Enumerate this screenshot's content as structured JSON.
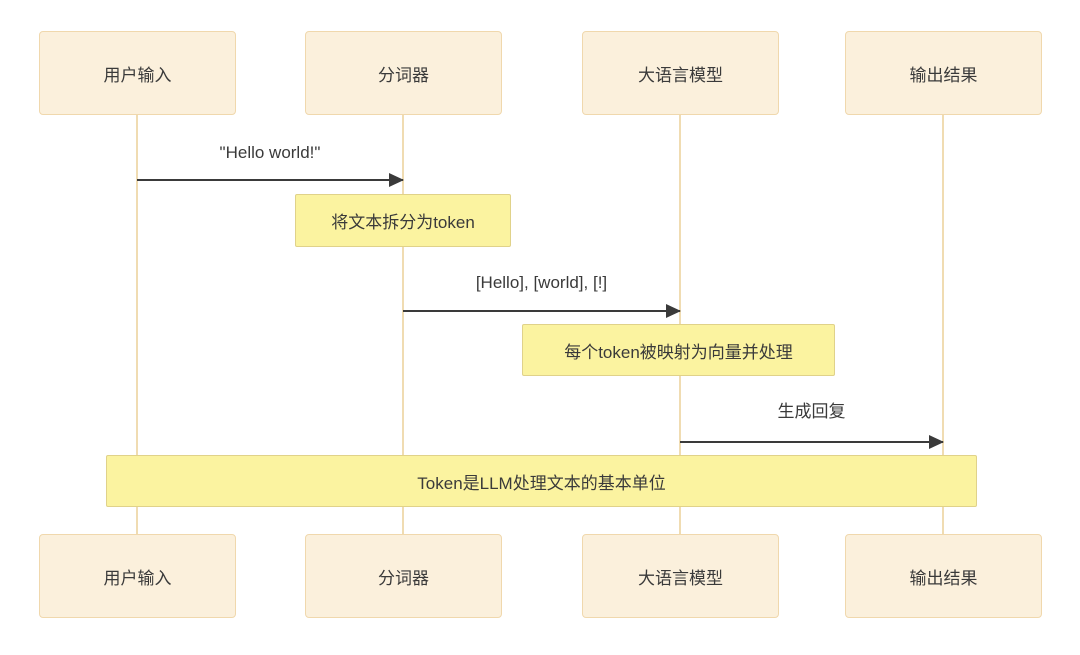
{
  "diagram": {
    "type": "sequence-diagram",
    "topic": "LLM token processing",
    "actors": [
      {
        "label": "用户输入"
      },
      {
        "label": "分词器"
      },
      {
        "label": "大语言模型"
      },
      {
        "label": "输出结果"
      }
    ],
    "messages": [
      {
        "from": "用户输入",
        "to": "分词器",
        "label": "\"Hello world!\""
      },
      {
        "from": "分词器",
        "to": "大语言模型",
        "label": "[Hello], [world], [!]"
      },
      {
        "from": "大语言模型",
        "to": "输出结果",
        "label": "生成回复"
      }
    ],
    "notes": [
      {
        "over": "分词器",
        "label": "将文本拆分为token"
      },
      {
        "over": "大语言模型",
        "label": "每个token被映射为向量并处理"
      },
      {
        "over": "用户输入, 输出结果",
        "label": "Token是LLM处理文本的基本单位"
      }
    ],
    "colors": {
      "background": "#ffffff",
      "actor_fill": "#fbf0dc",
      "actor_border": "#f0d8ad",
      "lifeline": "#f0dcb2",
      "note_fill": "#fbf3a0",
      "note_border": "#e0d28a",
      "text": "#3a3a3a",
      "arrow": "#3a3a3a"
    }
  }
}
